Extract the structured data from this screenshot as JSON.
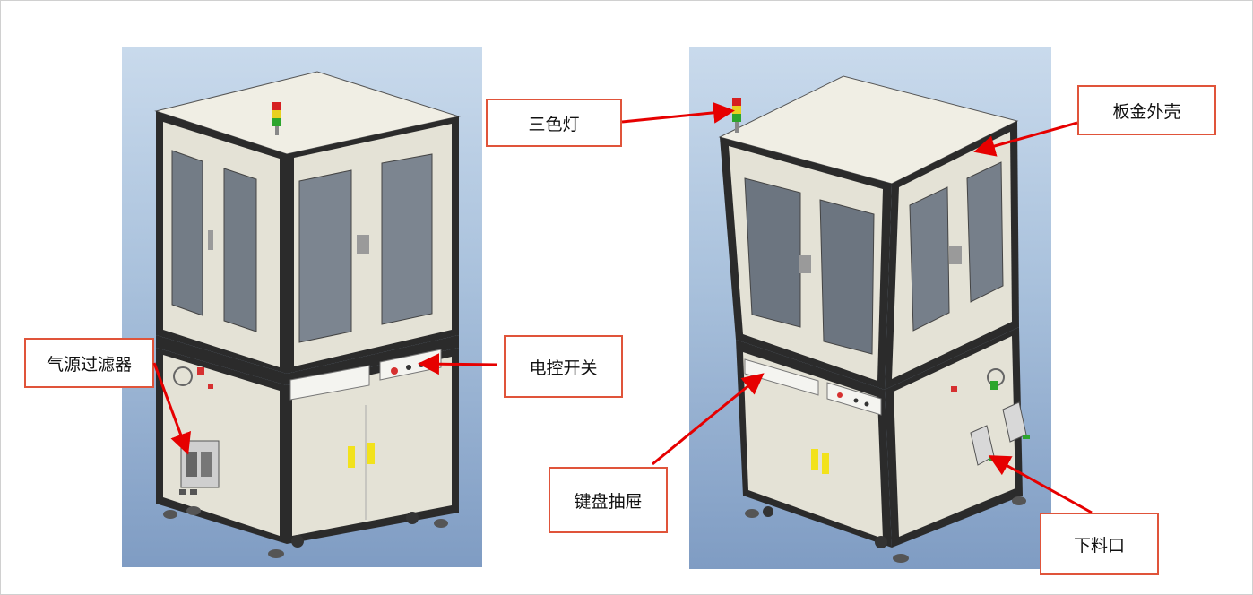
{
  "callouts": {
    "air_filter": "气源过滤器",
    "electrical_switch": "电控开关",
    "tri_color_light": "三色灯",
    "sheet_metal_shell": "板金外壳",
    "keyboard_drawer": "键盘抽屉",
    "discharge_port": "下料口"
  },
  "colors": {
    "callout_border": "#e0543a",
    "arrow": "#e60000",
    "frame": "#2b2b2b",
    "panel": "#e4e2d6",
    "window": "#7c8590",
    "handle": "#f2e21c"
  }
}
